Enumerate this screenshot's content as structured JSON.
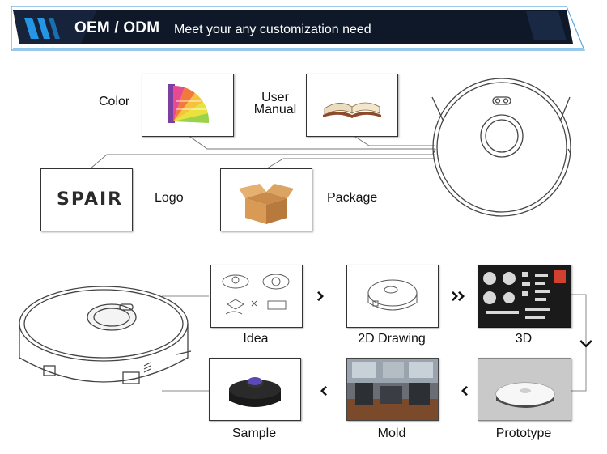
{
  "header": {
    "title": "OEM / ODM",
    "subtitle": "Meet your any customization need"
  },
  "options": {
    "color": "Color",
    "user_manual_line1": "User",
    "user_manual_line2": "Manual",
    "logo": "Logo",
    "logo_brand": "SPAIR",
    "package": "Package"
  },
  "process": {
    "idea": "Idea",
    "drawing_2d": "2D Drawing",
    "model_3d": "3D",
    "prototype": "Prototype",
    "mold": "Mold",
    "sample": "Sample"
  },
  "colors": {
    "banner_dark": "#101a2b",
    "banner_accent": "#1f8fd8"
  }
}
